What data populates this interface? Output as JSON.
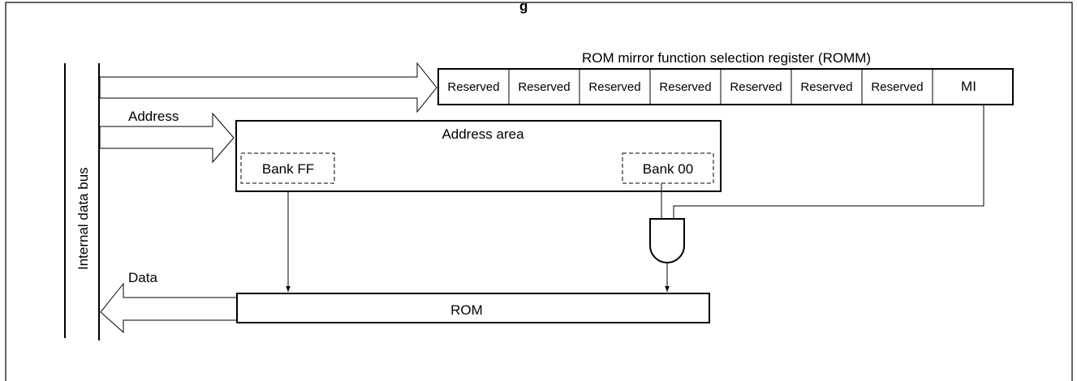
{
  "figure_title": "g",
  "labels": {
    "bus": "Internal data bus",
    "address": "Address",
    "data": "Data",
    "address_area": "Address area",
    "bank_ff": "Bank FF",
    "bank_00": "Bank 00",
    "rom": "ROM",
    "register_title": "ROM mirror function selection register (ROMM)"
  },
  "register_bits": [
    "Reserved",
    "Reserved",
    "Reserved",
    "Reserved",
    "Reserved",
    "Reserved",
    "Reserved",
    "MI"
  ]
}
